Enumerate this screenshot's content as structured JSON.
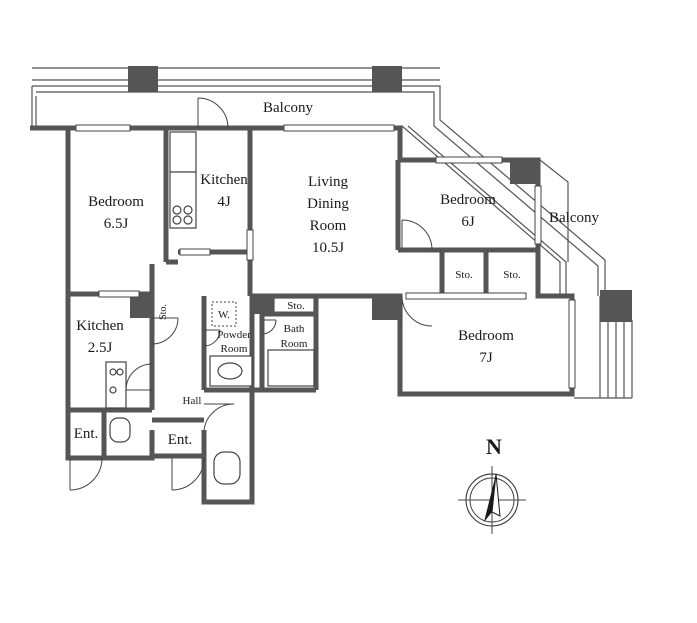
{
  "rooms": {
    "balcony_top": "Balcony",
    "balcony_right": "Balcony",
    "bedroom_nw": [
      "Bedroom",
      "6.5J"
    ],
    "kitchen_main": [
      "Kitchen",
      "4J"
    ],
    "living": [
      "Living",
      "Dining",
      "Room",
      "10.5J"
    ],
    "bedroom_ne": [
      "Bedroom",
      "6J"
    ],
    "sto_1": "Sto.",
    "sto_2": "Sto.",
    "sto_3": "Sto.",
    "sto_4": "Sto.",
    "kitchen_small": [
      "Kitchen",
      "2.5J"
    ],
    "washer": "W.",
    "powder_room": [
      "Powder",
      "Room"
    ],
    "bath_room": [
      "Bath",
      "Room"
    ],
    "bedroom_se": [
      "Bedroom",
      "7J"
    ],
    "hall": "Hall",
    "ent_left": "Ent.",
    "ent_right": "Ent."
  },
  "compass": {
    "north": "N"
  },
  "colors": {
    "wall": "#555555",
    "text": "#1a1a1a",
    "background": "#ffffff"
  }
}
